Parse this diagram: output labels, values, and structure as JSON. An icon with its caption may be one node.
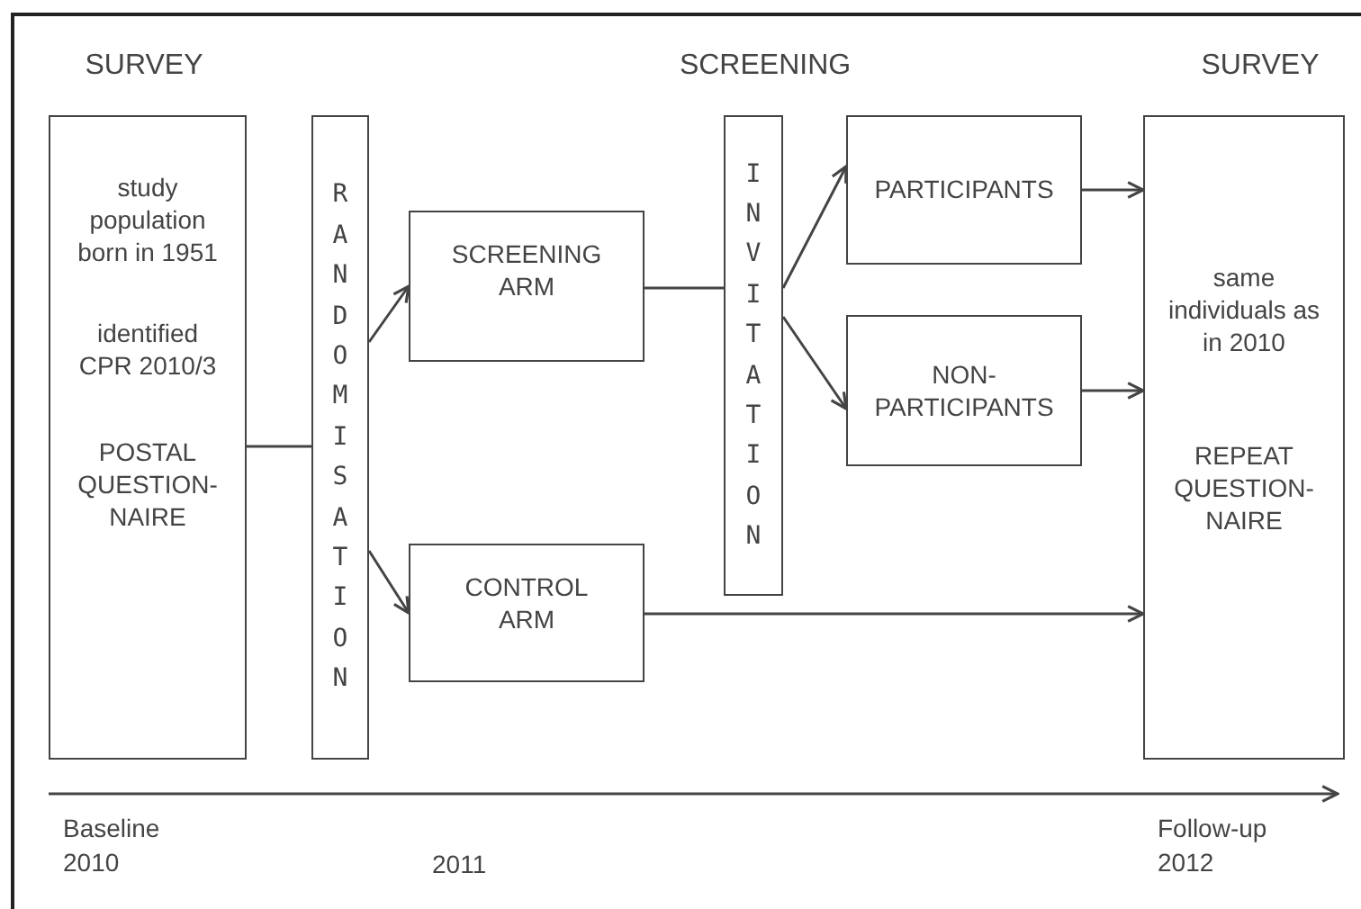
{
  "diagram": {
    "nodes": [
      {
        "text": [
          "study population born in 1951",
          "identified CPR 2010/3",
          "POSTAL QUESTION-NAIRE"
        ]
      },
      {
        "text": [
          "RANDOMISATION"
        ]
      },
      {
        "text": [
          "SCREENING ARM"
        ]
      },
      {
        "text": [
          "CONTROL ARM"
        ]
      },
      {
        "text": [
          "INVITATION"
        ]
      },
      {
        "text": [
          "PARTICIPANTS"
        ]
      },
      {
        "text": [
          "NON-PARTICIPANTS"
        ]
      },
      {
        "text": [
          "same individuals as in 2010",
          "REPEAT QUESTION-NAIRE"
        ]
      }
    ],
    "edges": [
      {
        "from": 0,
        "to": 1,
        "arrow": "none"
      },
      {
        "from": 1,
        "to": 2,
        "arrow": "to"
      },
      {
        "from": 1,
        "to": 3,
        "arrow": "to"
      },
      {
        "from": 2,
        "to": 4,
        "arrow": "none"
      },
      {
        "from": 4,
        "to": 5,
        "arrow": "to"
      },
      {
        "from": 4,
        "to": 6,
        "arrow": "to"
      },
      {
        "from": 5,
        "to": 7,
        "arrow": "to"
      },
      {
        "from": 6,
        "to": 7,
        "arrow": "to"
      },
      {
        "from": 3,
        "to": 7,
        "arrow": "to"
      }
    ],
    "labels": [
      "SURVEY",
      "SCREENING",
      "SURVEY",
      "Baseline 2010",
      "2011",
      "Follow-up 2012"
    ]
  }
}
